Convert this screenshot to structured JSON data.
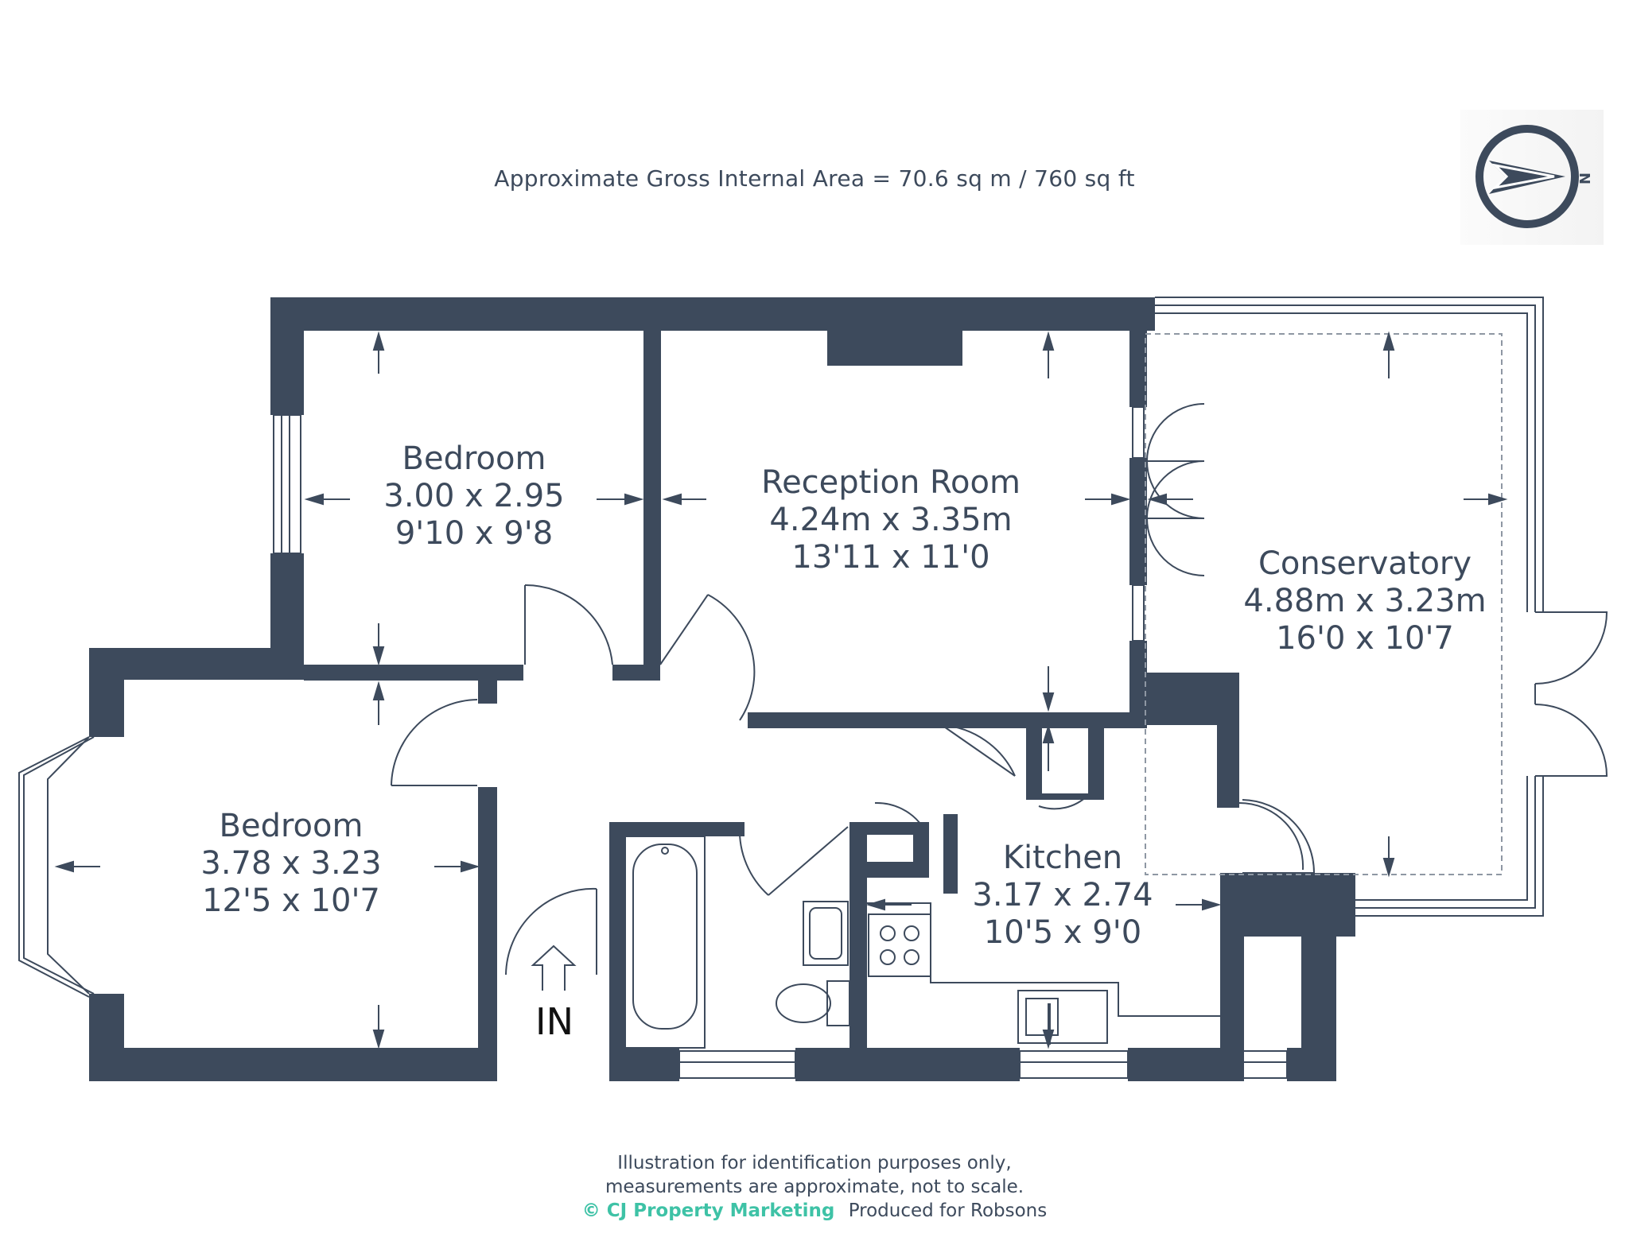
{
  "header": {
    "area_text": "Approximate Gross Internal Area = 70.6 sq m / 760 sq ft"
  },
  "compass": {
    "label": "N",
    "icon": "north-arrow-icon"
  },
  "rooms": {
    "bedroom1": {
      "name": "Bedroom",
      "metric": "3.00 x 2.95",
      "imperial": "9'10 x 9'8"
    },
    "reception": {
      "name": "Reception Room",
      "metric": "4.24m x 3.35m",
      "imperial": "13'11 x 11'0"
    },
    "conservatory": {
      "name": "Conservatory",
      "metric": "4.88m x 3.23m",
      "imperial": "16'0 x 10'7"
    },
    "bedroom2": {
      "name": "Bedroom",
      "metric": "3.78 x 3.23",
      "imperial": "12'5 x 10'7"
    },
    "kitchen": {
      "name": "Kitchen",
      "metric": "3.17 x 2.74",
      "imperial": "10'5 x 9'0"
    }
  },
  "entrance": {
    "label": "IN"
  },
  "footer": {
    "line1": "Illustration for identification purposes only,",
    "line2": "measurements are approximate, not to scale.",
    "brand": "© CJ Property Marketing",
    "produced": "Produced for Robsons"
  },
  "colors": {
    "wall": "#3d4a5c",
    "brand": "#3ec2a6",
    "background": "#ffffff"
  }
}
